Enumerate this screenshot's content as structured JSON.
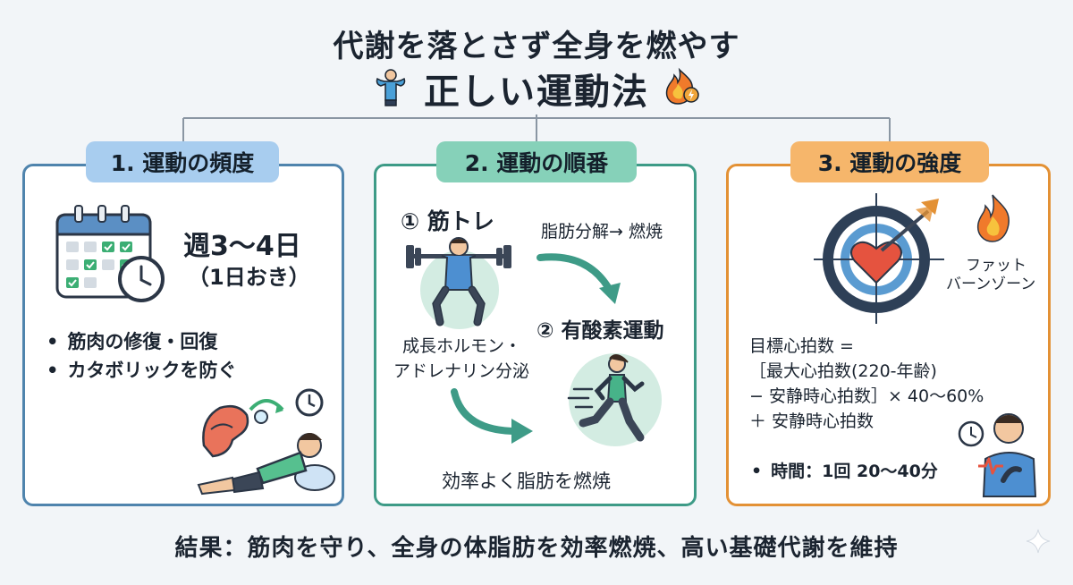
{
  "header": {
    "title_line1": "代謝を落とさず全身を燃やす",
    "title_line2": "正しい運動法"
  },
  "sections": {
    "frequency": {
      "tab_label": "1. 運動の頻度",
      "main_value": "週3〜4日",
      "sub_value": "（1日おき）",
      "bullets": [
        "筋肉の修復・回復",
        "カタボリックを防ぐ"
      ]
    },
    "order": {
      "tab_label": "2. 運動の順番",
      "step1": "① 筋トレ",
      "step1_note": "脂肪分解→ 燃焼",
      "hormone_line1": "成長ホルモン・",
      "hormone_line2": "アドレナリン分泌",
      "step2": "② 有酸素運動",
      "footer": "効率よく脂肪を燃焼"
    },
    "intensity": {
      "tab_label": "3. 運動の強度",
      "zone_line1": "ファット",
      "zone_line2": "バーンゾーン",
      "formula": [
        "目標心拍数 =",
        "［最大心拍数(220-年齢)",
        "− 安静時心拍数］× 40〜60%",
        "＋ 安静時心拍数"
      ],
      "time": "時間：1回 20〜40分"
    }
  },
  "result": "結果：筋肉を守り、全身の体脂肪を効率燃焼、高い基礎代謝を維持",
  "colors": {
    "blue": "#4f84ad",
    "teal": "#3e9b87",
    "orange": "#e39135",
    "heart": "#e5533f"
  },
  "icons": [
    "flexing-person-icon",
    "fire-lightning-icon",
    "calendar-icon",
    "clock-icon",
    "sleeping-muscle-icon",
    "barbell-squat-icon",
    "runner-icon",
    "target-heart-icon",
    "fire-icon",
    "heart-rate-person-icon",
    "sparkle-icon"
  ]
}
